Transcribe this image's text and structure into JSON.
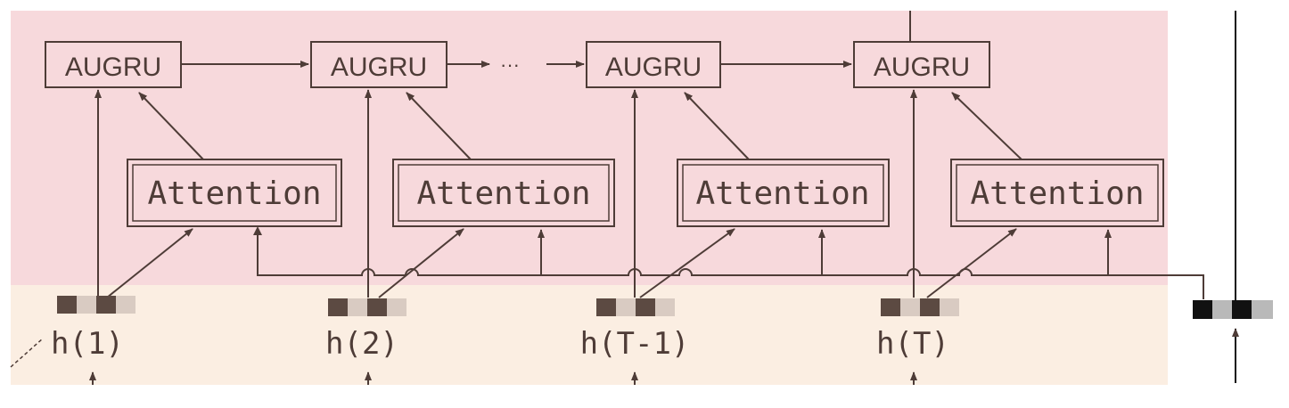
{
  "colors": {
    "attention_region": "#f7d9dc",
    "embedding_region": "#fbeee2",
    "stroke": "#4e3c37",
    "emb_dark": "#5c4a42",
    "emb_light": "#d9cbc2",
    "emb_black": "#111111",
    "emb_grey": "#b9b9b9"
  },
  "ellipsis": "···",
  "augru_cells": [
    {
      "label": "AUGRU"
    },
    {
      "label": "AUGRU"
    },
    {
      "label": "AUGRU"
    },
    {
      "label": "AUGRU"
    }
  ],
  "attention_units": [
    {
      "label": "Attention"
    },
    {
      "label": "Attention"
    },
    {
      "label": "Attention"
    },
    {
      "label": "Attention"
    }
  ],
  "hidden_states": [
    {
      "label": "h(1)"
    },
    {
      "label": "h(2)"
    },
    {
      "label": "h(T-1)"
    },
    {
      "label": "h(T)"
    }
  ]
}
